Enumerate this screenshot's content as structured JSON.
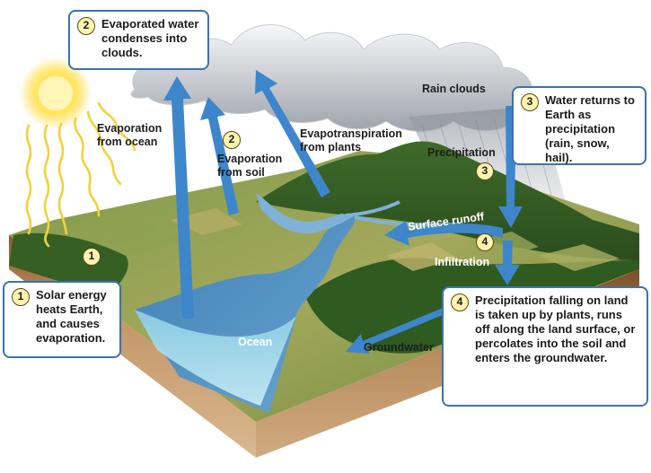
{
  "callouts": {
    "solar": {
      "number": "1",
      "text": "Solar energy heats Earth, and causes evaporation."
    },
    "condense": {
      "number": "2",
      "text": "Evaporated water condenses into clouds."
    },
    "returns": {
      "number": "3",
      "text": "Water returns to Earth as precipitation (rain, snow, hail)."
    },
    "falling": {
      "number": "4",
      "text": "Precipitation falling on land is taken up by plants, runs off along the land surface, or percolates into the soil and enters the groundwater."
    }
  },
  "markers": {
    "sun": "1",
    "soil": "2",
    "precip": "3",
    "runoff": "4"
  },
  "labels": {
    "evap_ocean": "Evaporation from ocean",
    "evap_soil": "Evaporation from soil",
    "evapotranspiration": "Evapotranspiration from plants",
    "rain_clouds": "Rain clouds",
    "precipitation": "Precipitation",
    "surface_runoff": "Surface runoff",
    "infiltration": "Infiltration",
    "ocean": "Ocean",
    "groundwater": "Groundwater"
  },
  "colors": {
    "arrow": "#3d86cc",
    "callout_border": "#3b73b0",
    "marker_fill": "#fff3b0",
    "sun": "#ffd83a"
  }
}
